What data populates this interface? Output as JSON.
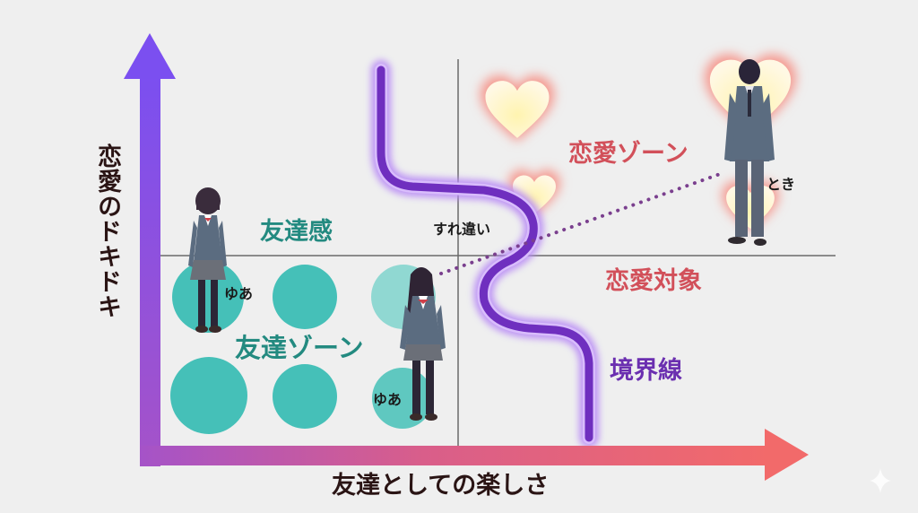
{
  "axes": {
    "y_label": "恋愛のドキドキ",
    "x_label": "友達としての楽しさ",
    "y_arrow_color": "#7b4ff0",
    "x_arrow_color": "#f26a6a"
  },
  "zones": {
    "friend_feel": "友達感",
    "friend_zone": "友達ゾーン",
    "love_zone": "恋愛ゾーン",
    "love_target": "恋愛対象"
  },
  "boundary": {
    "label": "境界線",
    "color": "#6b2fb0"
  },
  "annotations": {
    "surechigai": "すれ違い",
    "yua_1": "ゆあ",
    "yua_2": "ゆあ",
    "toki": "とき"
  },
  "colors": {
    "friend": "#238a80",
    "friend_circle": "#45c0b8",
    "love": "#d2505a",
    "heart_fill": "#fff6c8",
    "heart_glow": "#f59a90",
    "background": "#efefef"
  }
}
